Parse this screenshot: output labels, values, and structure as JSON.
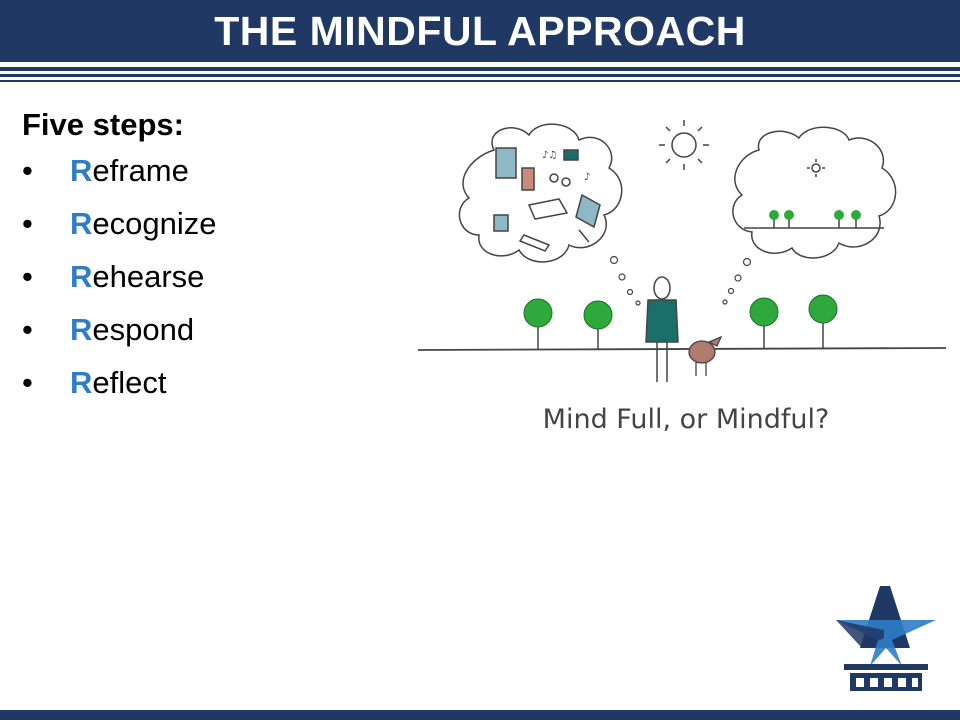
{
  "slide": {
    "title": "THE MINDFUL APPROACH",
    "heading": "Five steps:",
    "bullet_symbol": "•",
    "steps": [
      {
        "initial": "R",
        "rest": "eframe"
      },
      {
        "initial": "R",
        "rest": "ecognize"
      },
      {
        "initial": "R",
        "rest": "ehearse"
      },
      {
        "initial": "R",
        "rest": "espond"
      },
      {
        "initial": "R",
        "rest": "eflect"
      }
    ]
  },
  "illustration": {
    "caption": "Mind Full, or Mindful?"
  },
  "colors": {
    "navy": "#1f3864",
    "accent_blue": "#2e7dc7",
    "tree_green": "#2eaa3c",
    "person_teal": "#1b6f6a",
    "dog_brown": "#b07a6e"
  },
  "icons": [
    "sun-icon",
    "tree-icon",
    "person-icon",
    "dog-icon",
    "logo-star-icon"
  ]
}
